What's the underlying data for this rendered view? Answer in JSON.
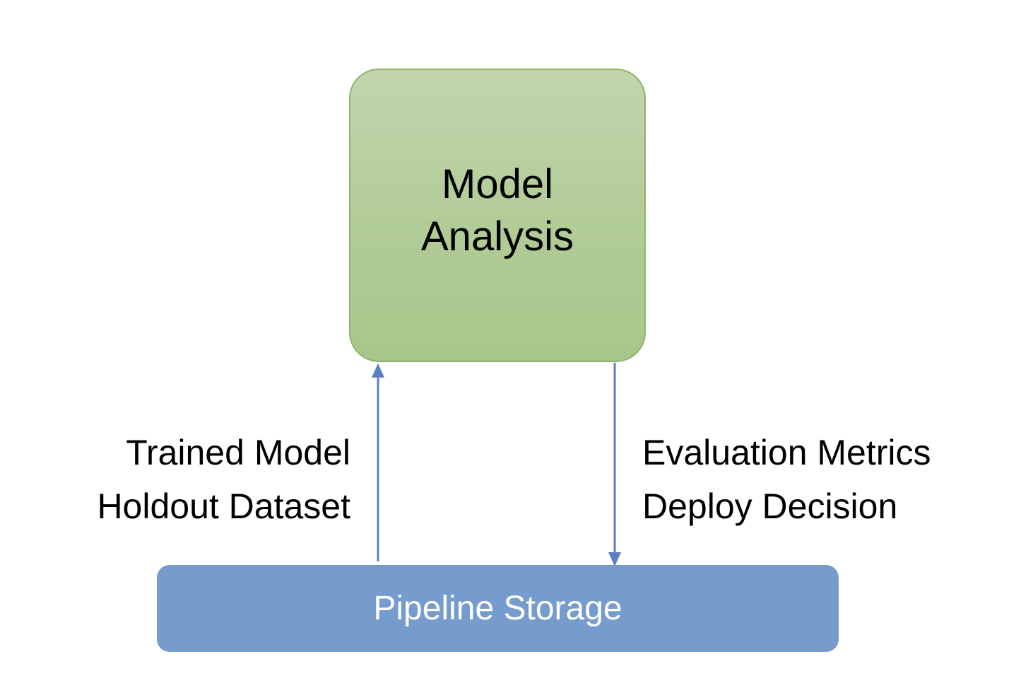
{
  "model_analysis": {
    "lines": [
      "Model",
      "Analysis"
    ]
  },
  "pipeline_storage": {
    "label": "Pipeline Storage"
  },
  "inputs": {
    "lines": [
      "Trained Model",
      "Holdout Dataset"
    ]
  },
  "outputs": {
    "lines": [
      "Evaluation Metrics",
      "Deploy Decision"
    ]
  },
  "colors": {
    "model_fill": "#b3cc98",
    "model_border": "#8db56b",
    "storage_fill": "#769bcd",
    "arrow": "#5b7fc4"
  }
}
